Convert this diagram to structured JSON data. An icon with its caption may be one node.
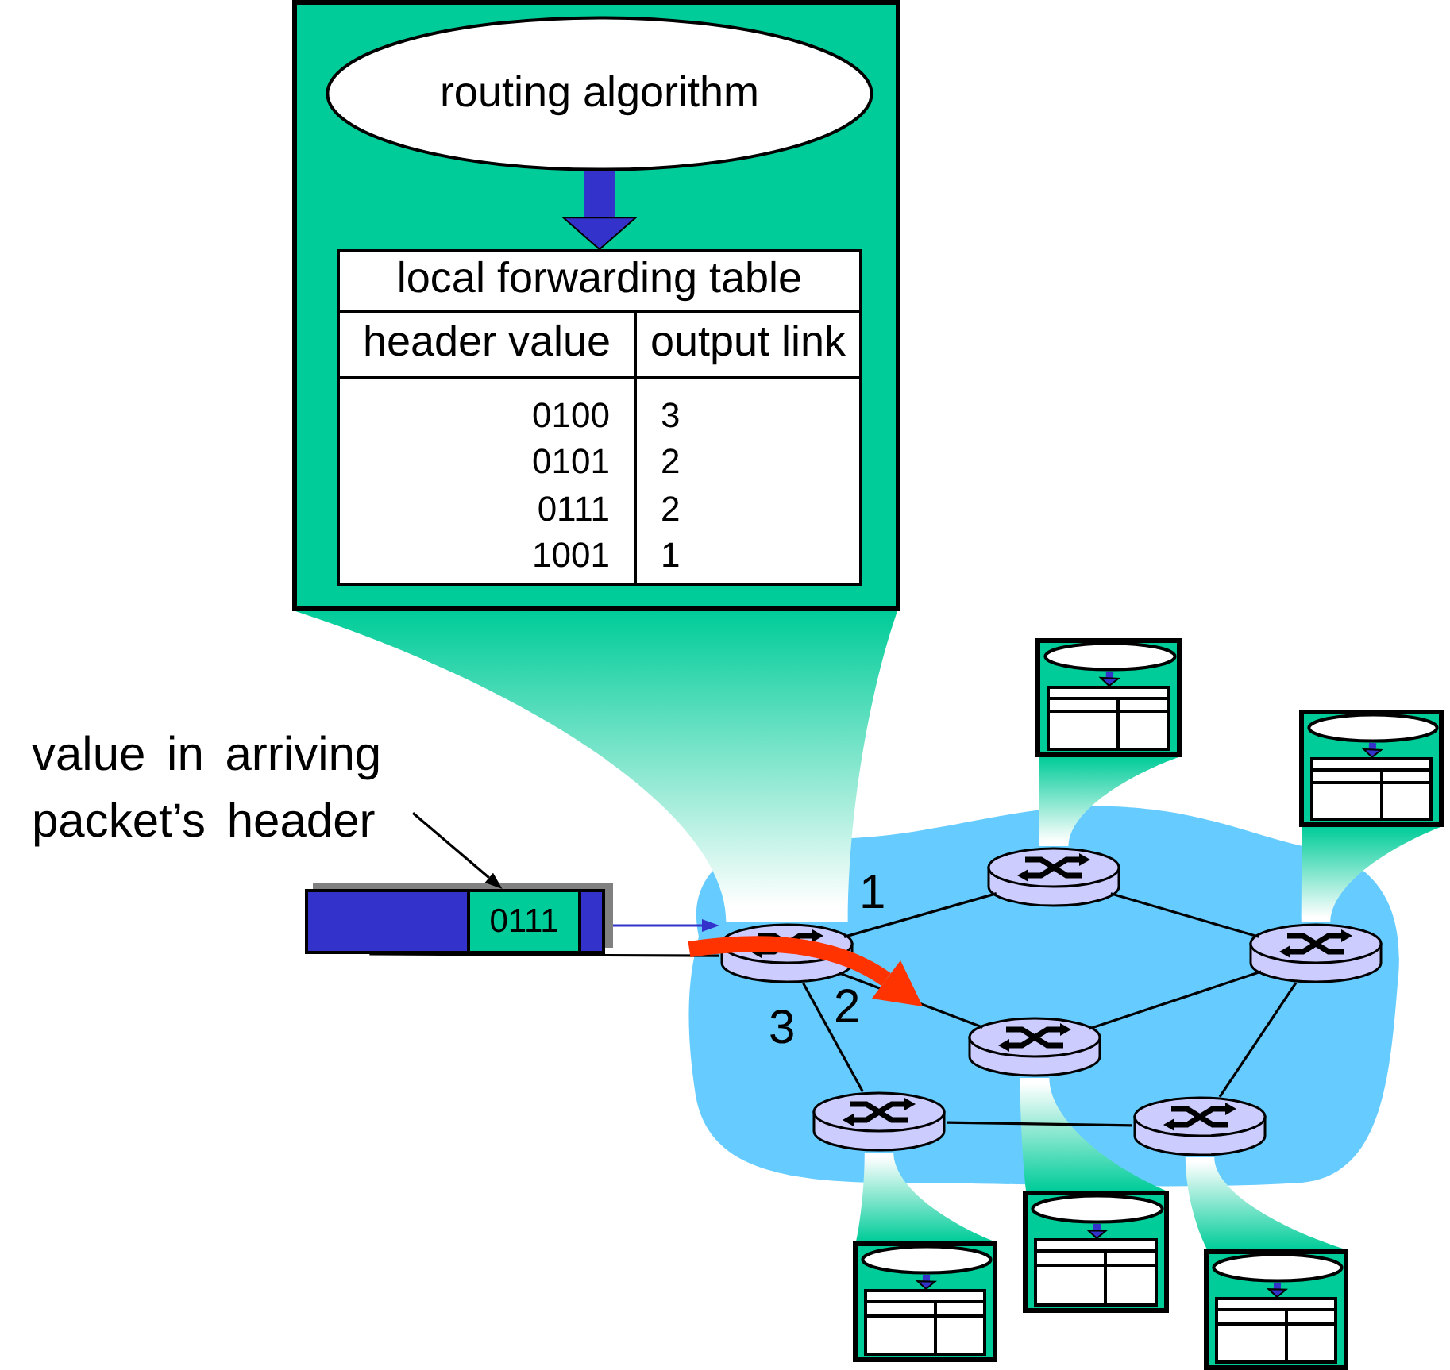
{
  "diagram": {
    "nodes": [
      {
        "text": [],
        "shape": "box"
      },
      {
        "text": [
          "routing algorithm"
        ],
        "in": 0
      },
      {
        "text": [
          "local forwarding table",
          "header value",
          "output link",
          "0100",
          "3",
          "0101",
          "2",
          "0111",
          "2",
          "1001",
          "1"
        ],
        "in": 0
      },
      {
        "text": [
          "value in arriving packet’s header"
        ]
      },
      {
        "text": [],
        "shape": "bar"
      },
      {
        "text": [
          "0111"
        ],
        "in": 4
      },
      {
        "text": [],
        "shape": "cloud"
      },
      {
        "text": [],
        "shape": "cylinder",
        "in": 6
      },
      {
        "text": [],
        "shape": "cylinder",
        "in": 6
      },
      {
        "text": [],
        "shape": "cylinder",
        "in": 6
      },
      {
        "text": [],
        "shape": "cylinder",
        "in": 6
      },
      {
        "text": [],
        "shape": "cylinder",
        "in": 6
      },
      {
        "text": [],
        "shape": "cylinder",
        "in": 6
      },
      {
        "text": [],
        "shape": "box"
      },
      {
        "text": [],
        "shape": "ellipse",
        "in": 13
      },
      {
        "text": [],
        "shape": "table",
        "in": 13
      },
      {
        "text": [],
        "shape": "box"
      },
      {
        "text": [],
        "shape": "ellipse",
        "in": 16
      },
      {
        "text": [],
        "shape": "table",
        "in": 16
      },
      {
        "text": [],
        "shape": "box"
      },
      {
        "text": [],
        "shape": "ellipse",
        "in": 19
      },
      {
        "text": [],
        "shape": "table",
        "in": 19
      },
      {
        "text": [],
        "shape": "box"
      },
      {
        "text": [],
        "shape": "ellipse",
        "in": 22
      },
      {
        "text": [],
        "shape": "table",
        "in": 22
      },
      {
        "text": [],
        "shape": "box"
      },
      {
        "text": [],
        "shape": "ellipse",
        "in": 25
      },
      {
        "text": [],
        "shape": "table",
        "in": 25
      }
    ],
    "edges": [
      {
        "from": 1,
        "to": 2,
        "arrow": "to",
        "style": "thick",
        "color": "#3333cc"
      },
      {
        "from": 3,
        "to": 5,
        "arrow": "to"
      },
      {
        "from": 4,
        "to": 8,
        "arrow": "to",
        "color": "#3333cc"
      },
      {
        "from": 4,
        "to": 8,
        "arrow": "none"
      },
      {
        "from": 8,
        "to": 7,
        "arrow": "none"
      },
      {
        "from": 8,
        "to": 10,
        "arrow": "none"
      },
      {
        "from": 8,
        "to": 11,
        "arrow": "none"
      },
      {
        "from": 7,
        "to": 9,
        "arrow": "none"
      },
      {
        "from": 10,
        "to": 9,
        "arrow": "none"
      },
      {
        "from": 9,
        "to": 12,
        "arrow": "none"
      },
      {
        "from": 11,
        "to": 12,
        "arrow": "none"
      },
      {
        "from": 14,
        "to": 15,
        "arrow": "to",
        "style": "thick",
        "color": "#3333cc"
      },
      {
        "from": 17,
        "to": 18,
        "arrow": "to",
        "style": "thick",
        "color": "#3333cc"
      },
      {
        "from": 20,
        "to": 21,
        "arrow": "to",
        "style": "thick",
        "color": "#3333cc"
      },
      {
        "from": 23,
        "to": 24,
        "arrow": "to",
        "style": "thick",
        "color": "#3333cc"
      },
      {
        "from": 26,
        "to": 27,
        "arrow": "to",
        "style": "thick",
        "color": "#3333cc"
      },
      {
        "from": 0,
        "to": 8,
        "arrow": "none",
        "color": "#00cc99"
      },
      {
        "from": 13,
        "to": 7,
        "arrow": "none",
        "color": "#00cc99"
      },
      {
        "from": 16,
        "to": 9,
        "arrow": "none",
        "color": "#00cc99"
      },
      {
        "from": 19,
        "to": 10,
        "arrow": "none",
        "color": "#00cc99"
      },
      {
        "from": 22,
        "to": 11,
        "arrow": "none",
        "color": "#00cc99"
      },
      {
        "from": 25,
        "to": 12,
        "arrow": "none",
        "color": "#00cc99"
      }
    ],
    "labels": [
      "1",
      "2",
      "3"
    ]
  }
}
